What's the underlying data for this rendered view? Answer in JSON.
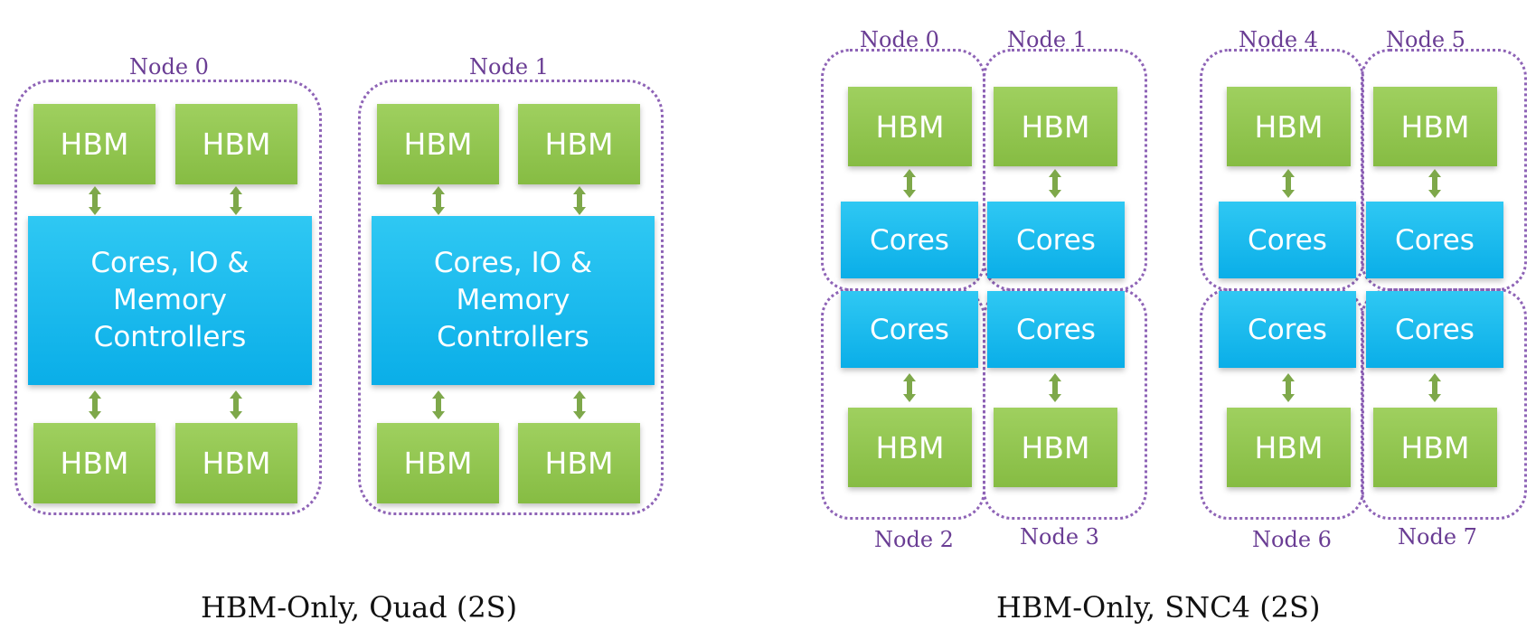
{
  "colors": {
    "hbm": "#8ec74d",
    "cores": "#19b8ee",
    "node_border": "#8e63b6",
    "node_label": "#6a3d94",
    "arrow": "#7ea84a"
  },
  "quad": {
    "caption": "HBM-Only, Quad (2S)",
    "nodes": [
      {
        "label": "Node 0",
        "hbm": [
          "HBM",
          "HBM",
          "HBM",
          "HBM"
        ],
        "cores": "Cores, IO &\nMemory\nControllers"
      },
      {
        "label": "Node 1",
        "hbm": [
          "HBM",
          "HBM",
          "HBM",
          "HBM"
        ],
        "cores": "Cores, IO &\nMemory\nControllers"
      }
    ]
  },
  "snc4": {
    "caption": "HBM-Only, SNC4 (2S)",
    "nodes": [
      {
        "label": "Node 0",
        "hbm": "HBM",
        "cores": "Cores"
      },
      {
        "label": "Node 1",
        "hbm": "HBM",
        "cores": "Cores"
      },
      {
        "label": "Node 2",
        "hbm": "HBM",
        "cores": "Cores"
      },
      {
        "label": "Node 3",
        "hbm": "HBM",
        "cores": "Cores"
      },
      {
        "label": "Node 4",
        "hbm": "HBM",
        "cores": "Cores"
      },
      {
        "label": "Node 5",
        "hbm": "HBM",
        "cores": "Cores"
      },
      {
        "label": "Node 6",
        "hbm": "HBM",
        "cores": "Cores"
      },
      {
        "label": "Node 7",
        "hbm": "HBM",
        "cores": "Cores"
      }
    ]
  }
}
